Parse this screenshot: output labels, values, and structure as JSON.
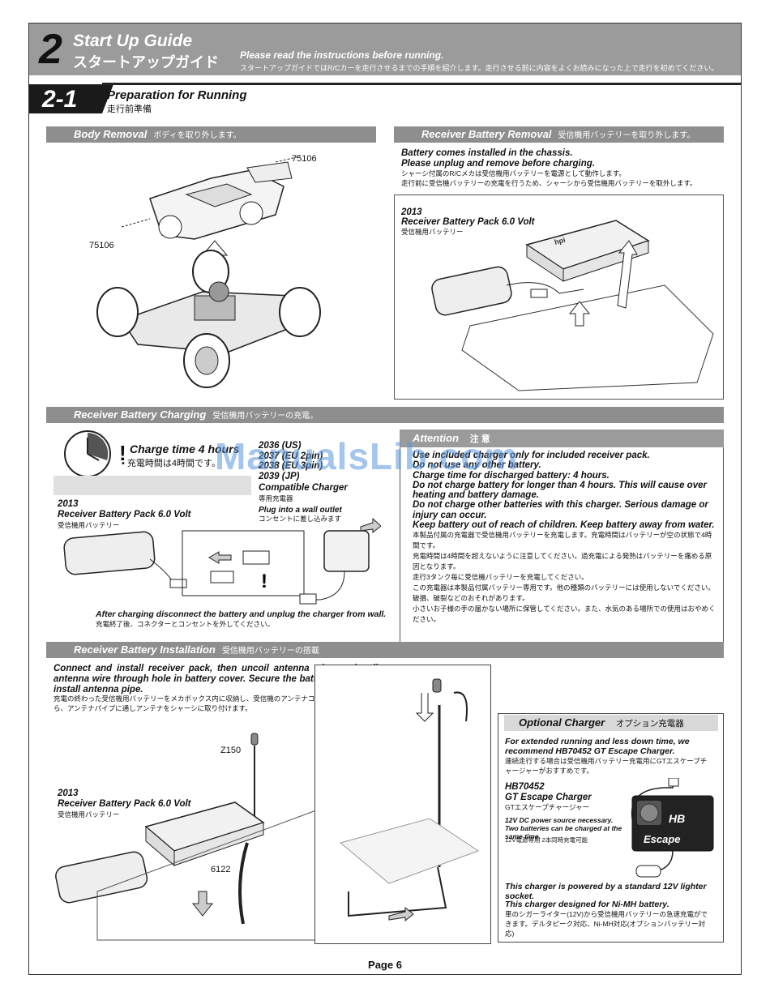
{
  "header": {
    "number": "2",
    "title": "Start Up Guide",
    "title_jp": "スタートアップガイド",
    "note": "Please read the instructions before running.",
    "note_jp": "スタートアップガイドではR/Cカーを走行させるまでの手順を紹介します。走行させる前に内容をよくお読みになった上で走行を初めてください。"
  },
  "subsection": {
    "number": "2-1",
    "title": "Preparation for Running",
    "title_jp": "走行前準備"
  },
  "body_removal": {
    "title": "Body Removal",
    "title_jp": "ボディを取り外します。",
    "part_top": "75106",
    "part_left": "75106"
  },
  "receiver_battery_removal": {
    "title": "Receiver Battery Removal",
    "title_jp": "受信機用バッテリーを取り外します。",
    "text1": "Battery comes installed in the chassis.",
    "text2": "Please unplug and remove before charging.",
    "text_jp1": "シャーシ付属のR/Cメカは受信機用バッテリーを電源として動作します。",
    "text_jp2": "走行前に受信機バッテリーの充電を行うため、シャーシから受信機用バッテリーを取外します。",
    "part_no": "2013",
    "part_name": "Receiver Battery Pack 6.0 Volt",
    "part_jp": "受信機用バッテリー"
  },
  "charging": {
    "title": "Receiver Battery Charging",
    "title_jp": "受信機用バッテリーの充電。",
    "charge_time": "Charge time 4 hours",
    "charge_time_jp": "充電時間は4時間です。",
    "charger_parts": [
      "2036 (US)",
      "2037 (EU 2pin)",
      "2038 (EU 3pin)",
      "2039 (JP)"
    ],
    "compatible": "Compatible Charger",
    "compatible_jp": "専用充電器",
    "outlet": "Plug into a wall outlet",
    "outlet_jp": "コンセントに差し込みます",
    "part_no": "2013",
    "part_name": "Receiver Battery Pack 6.0 Volt",
    "part_jp": "受信機用バッテリー",
    "after": "After charging disconnect the battery and unplug the charger from wall.",
    "after_jp": "充電終了後、コネクターとコンセントを外してください。"
  },
  "attention": {
    "title": "Attention",
    "title_jp": "注 意",
    "lines": [
      "Use included charger only for included receiver pack.",
      "Do not use any other battery.",
      "Charge time for discharged battery: 4 hours.",
      "Do not charge battery for longer than 4 hours. This will cause over heating and battery damage.",
      "Do not charge other batteries with this charger. Serious damage or injury can occur.",
      "Keep battery out of reach of children.  Keep battery away from water."
    ],
    "lines_jp": [
      "本製品付属の充電器で受信機用バッテリーを充電します。充電時間はバッテリーが空の状態で4時間です。",
      "充電時間は4時間を超えないように注意してください。過充電による発熱はバッテリーを痛める原因となります。",
      "走行3タンク毎に受信機バッテリーを充電してください。",
      "この充電器は本製品付属バッテリー専用です。他の種類のバッテリーには使用しないでください。破損、破裂などのおそれがあります。",
      "小さいお子様の手の届かない場所に保管してください。また、水気のある場所での使用はおやめください。"
    ]
  },
  "installation": {
    "title": "Receiver Battery Installation",
    "title_jp": "受信機用バッテリーの搭載",
    "text": "Connect and install receiver pack, then uncoil antenna wire, and pull antenna wire through hole in battery cover. Secure the battery cover and install antenna pipe.",
    "text_jp": "充電の終わった受信機用バッテリーをメカボックス内に収納し、受信機のアンテナコードをほどいてから、アンテナパイプに通しアンテナをシャーシに取り付けます。",
    "part_z150": "Z150",
    "part_6122": "6122",
    "part_no": "2013",
    "part_name": "Receiver Battery Pack 6.0 Volt",
    "part_jp": "受信機用バッテリー"
  },
  "optional_charger": {
    "title": "Optional Charger",
    "title_jp": "オプション充電器",
    "intro": "For extended running and less down time, we recommend HB70452 GT Escape Charger.",
    "intro_jp": "連続走行する場合は受信機用バッテリー充電用にGTエスケープチャージャーがおすすめです。",
    "part_no": "HB70452",
    "part_name": "GT Escape Charger",
    "part_jp": "GTエスケープチャージャー",
    "spec": "12V DC power source necessary. Two batteries can be charged at the same time.",
    "spec_jp": "12V電源専用 2本同時充電可能",
    "note1": "This charger is powered by a standard 12V lighter socket.",
    "note2": "This charger designed for Ni-MH battery.",
    "note_jp": "車のシガーライター(12V)から受信機用バッテリーの急速充電ができます。デルタピーク対応、Ni-MH対応(オプションバッテリー対応)",
    "brand": "Escape"
  },
  "footer": {
    "page": "Page 6"
  },
  "watermark": "ManualsLib.com"
}
